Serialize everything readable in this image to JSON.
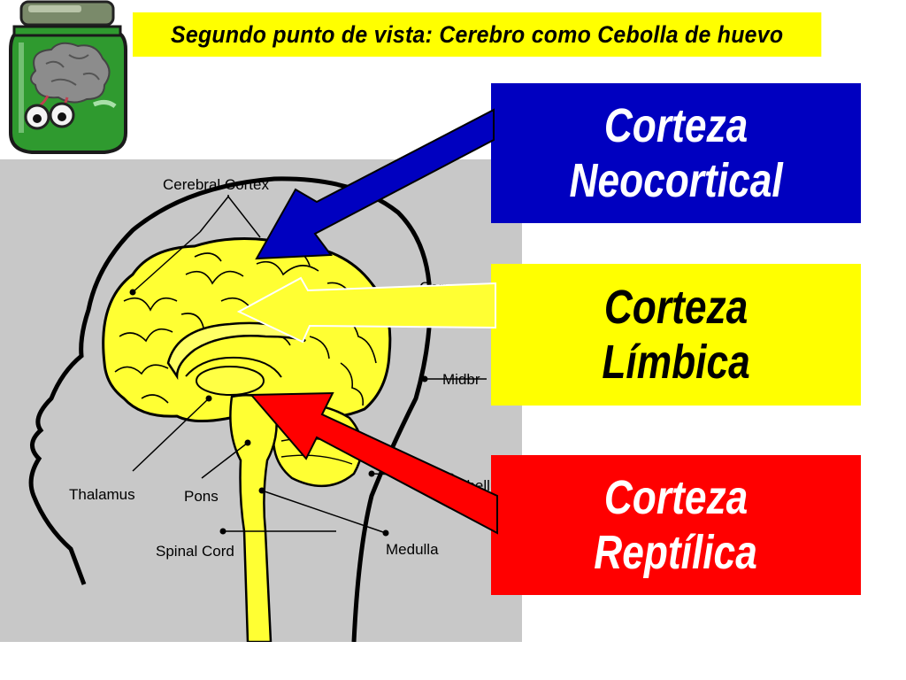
{
  "title": "Segundo  punto de vista:  Cerebro  como  Cebolla de huevo",
  "boxes": {
    "neocortical": {
      "line1": "Corteza",
      "line2": "Neocortical",
      "color": "#0000c0"
    },
    "limbica": {
      "line1": "Corteza",
      "line2": "Límbica",
      "color": "#ffff00"
    },
    "reptilica": {
      "line1": "Corteza",
      "line2": "Reptílica",
      "color": "#ff0000"
    }
  },
  "diagram_labels": {
    "cerebral_cortex": "Cerebral Cortex",
    "corpus": "Corpus",
    "midbrain": "Midbr",
    "cerebellum": "ebellu",
    "thalamus": "Thalamus",
    "pons": "Pons",
    "spinal_cord": "Spinal Cord",
    "medulla": "Medulla"
  },
  "icons": {
    "jar": "brain-in-jar-icon"
  }
}
